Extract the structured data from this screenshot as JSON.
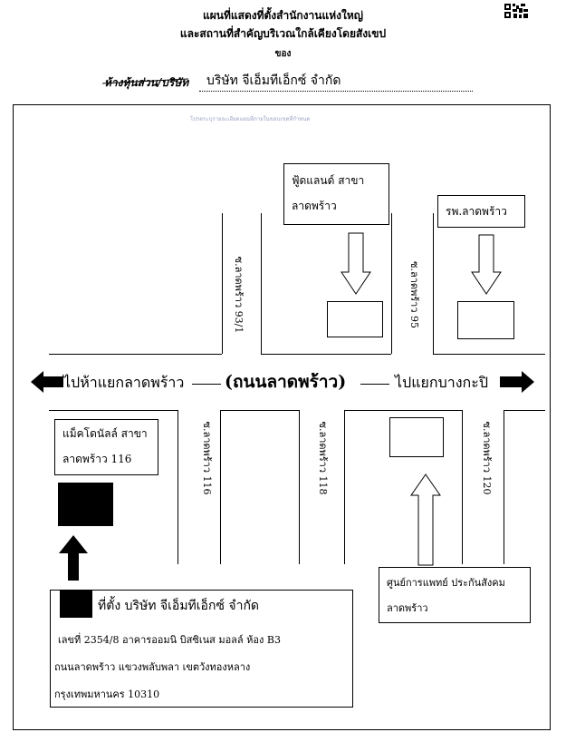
{
  "header": {
    "title_line1": "แผนที่แสดงที่ตั้งสำนักงานแห่งใหญ่",
    "title_line2": "และสถานที่สำคัญบริเวณใกล้เคียงโดยสังเขป",
    "of_label": "ของ",
    "struck_label": "ห้างหุ้นส่วน/บริษัท",
    "company_name": "บริษัท จีเอ็มทีเอ็กซ์ จำกัด"
  },
  "map": {
    "note": "โปรดระบุรายละเอียดแผนที่ภายในขอบเขตที่กำหนด",
    "main_road": "(ถนนลาดพร้าว)",
    "to_left": "ไปห้าแยกลาดพร้าว",
    "to_right": "ไปแยกบางกะปิ",
    "sois": {
      "soi_93_1": "ซ.ลาดพร้าว 93/1",
      "soi_95": "ซ.ลาดพร้าว 95",
      "soi_116": "ซ.ลาดพร้าว 116",
      "soi_118": "ซ.ลาดพร้าว 118",
      "soi_120": "ซ.ลาดพร้าว 120"
    },
    "landmarks": {
      "foodland_line1": "ฟู้ดแลนด์ สาขา",
      "foodland_line2": "ลาดพร้าว",
      "hospital": "รพ.ลาดพร้าว",
      "mcdonalds_line1": "แม็คโดนัลล์ สาขา",
      "mcdonalds_line2": "ลาดพร้าว 116",
      "medical_line1": "ศูนย์การแพทย์ ประกันสังคม",
      "medical_line2": "ลาดพร้าว"
    },
    "office": {
      "heading": "ที่ตั้ง บริษัท จีเอ็มทีเอ็กซ์ จำกัด",
      "address_line1": "เลขที่ 2354/8 อาคารออมนิ บิสซิเนส มอลล์ ห้อง B3",
      "address_line2": "ถนนลาดพร้าว แขวงพลับพลา เขตวังทองหลาง",
      "address_line3": "กรุงเทพมหานคร 10310"
    }
  }
}
